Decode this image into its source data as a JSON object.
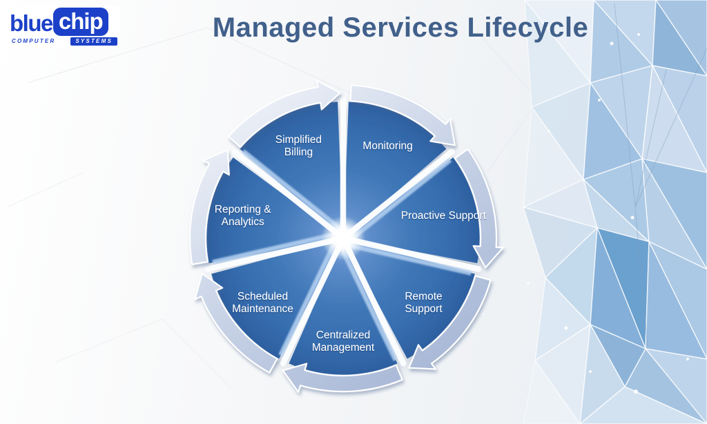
{
  "title": "Managed Services Lifecycle",
  "logo": {
    "word1": "blue",
    "word2": "chip",
    "sub1": "COMPUTER",
    "sub2": "SYSTEMS"
  },
  "diagram": {
    "type": "cycle",
    "direction": "clockwise",
    "segment_count": 7,
    "segments": [
      {
        "label": "Monitoring",
        "lines": [
          "Monitoring"
        ]
      },
      {
        "label": "Proactive Support",
        "lines": [
          "Proactive Support"
        ]
      },
      {
        "label": "Remote Support",
        "lines": [
          "Remote",
          "Support"
        ]
      },
      {
        "label": "Centralized Management",
        "lines": [
          "Centralized",
          "Management"
        ]
      },
      {
        "label": "Scheduled Maintenance",
        "lines": [
          "Scheduled",
          "Maintenance"
        ]
      },
      {
        "label": "Reporting & Analytics",
        "lines": [
          "Reporting &",
          "Analytics"
        ]
      },
      {
        "label": "Simplified Billing",
        "lines": [
          "Simplified",
          "Billing"
        ]
      }
    ],
    "colors": {
      "wedge_mid": "#4078b8",
      "wedge_light": "#8ab0e0",
      "wedge_dark": "#2d5f9f",
      "ring": "#cdd7e9",
      "ring_light": "#f0f3f9",
      "label_text": "#ffffff"
    }
  },
  "colors": {
    "title_text": "#41608b",
    "logo_blue": "#1c41c8",
    "background_accent": "#a9c6e2"
  }
}
